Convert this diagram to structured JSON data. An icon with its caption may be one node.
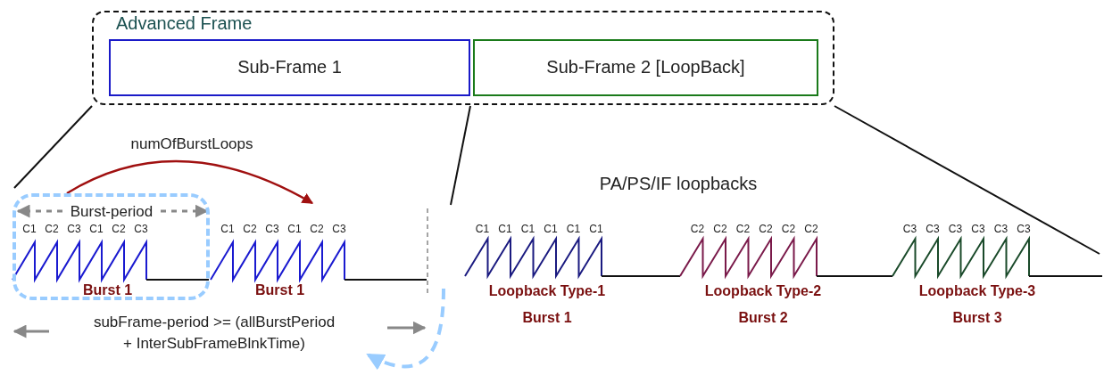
{
  "diagram": {
    "nodes": [
      {
        "text": [
          "Advanced Frame"
        ]
      },
      {
        "text": [
          "Sub-Frame 1"
        ],
        "in": 0
      },
      {
        "text": [
          "Sub-Frame 2 [LoopBack]"
        ],
        "in": 0
      },
      {
        "text": [
          "Burst 1"
        ]
      },
      {
        "text": [
          "Burst 1"
        ]
      },
      {
        "text": [
          "subFrame-period >= (allBurstPeriod + InterSubFrameBlnkTime)"
        ]
      }
    ],
    "edges": [
      {
        "from": 3,
        "to": 4,
        "arrow": "to",
        "label": "numOfBurstLoops",
        "color": "#a01010"
      },
      {
        "from": null,
        "to": 5,
        "arrow": "to",
        "style": "dashed",
        "color": "#99ccff"
      }
    ],
    "labels": [
      "PA/PS/IF loopbacks",
      "Burst-period",
      "C1",
      "C2",
      "C3",
      "C1",
      "C2",
      "C3",
      "C1",
      "C2",
      "C3",
      "C1",
      "C2",
      "C3",
      "C1",
      "C1",
      "C1",
      "C1",
      "C1",
      "C1",
      "C2",
      "C2",
      "C2",
      "C2",
      "C2",
      "C2",
      "C3",
      "C3",
      "C3",
      "C3",
      "C3",
      "C3",
      "Loopback Type-1",
      "Loopback Type-2",
      "Loopback Type-3",
      "Burst 1",
      "Burst 2",
      "Burst 3"
    ]
  }
}
